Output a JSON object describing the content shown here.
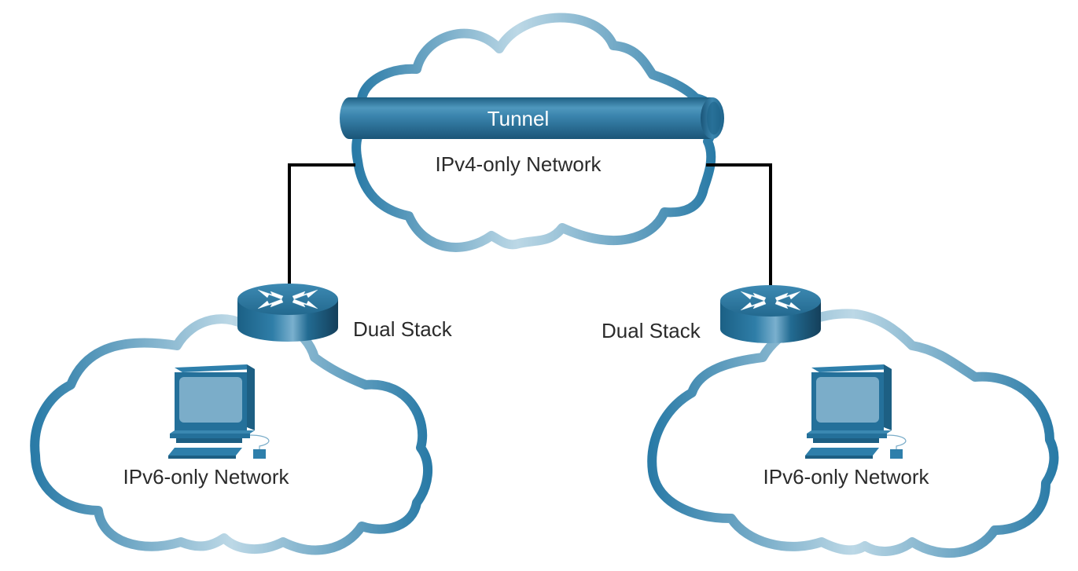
{
  "diagram": {
    "tunnel_label": "Tunnel",
    "ipv4_network_label": "IPv4-only Network",
    "left_router_label": "Dual Stack",
    "right_router_label": "Dual Stack",
    "left_network_label": "IPv6-only Network",
    "right_network_label": "IPv6-only Network",
    "icons": {
      "router": "router-icon",
      "pc": "pc-icon",
      "cloud": "cloud-icon",
      "tunnel": "tunnel-pipe"
    },
    "colors": {
      "cloud_dark": "#2a7ba7",
      "cloud_light": "#bcd8e6",
      "device_blue": "#24709a",
      "screen": "#7badc9",
      "link": "#000000",
      "text": "#2b2b2b"
    }
  }
}
